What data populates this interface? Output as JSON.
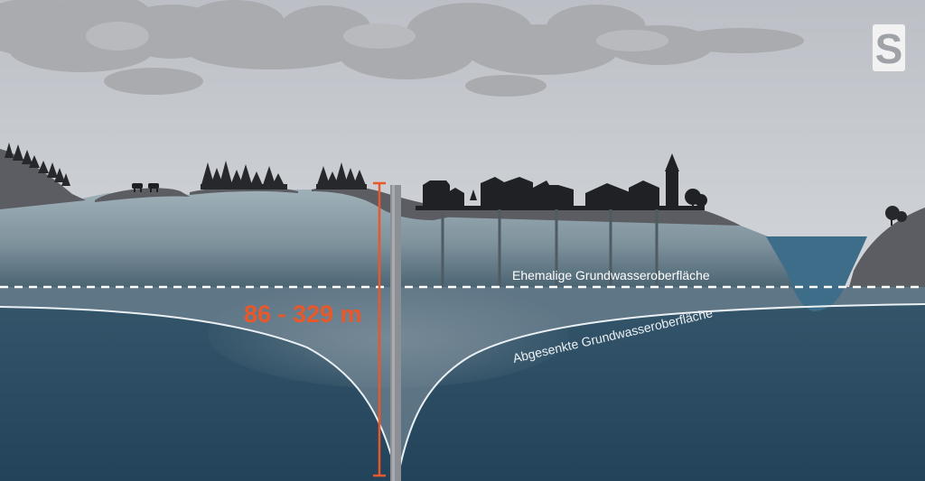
{
  "logo": {
    "letter": "S"
  },
  "labels": {
    "former_groundwater": "Ehemalige Grundwasseroberfläche",
    "lowered_groundwater": "Abgesenkte Grundwasseroberfläche",
    "depth_range": "86 - 329 m"
  },
  "colors": {
    "sky_top": "#bfc3c9",
    "sky_bottom": "#dde0e4",
    "cloud": "#a7a9ad",
    "hill": "#5e6065",
    "soil": "#9aa7ae",
    "groundwater": "#2b4d63",
    "lake": "#3f6f8a",
    "depth_marker": "#e8582b",
    "curve": "#ffffff"
  }
}
